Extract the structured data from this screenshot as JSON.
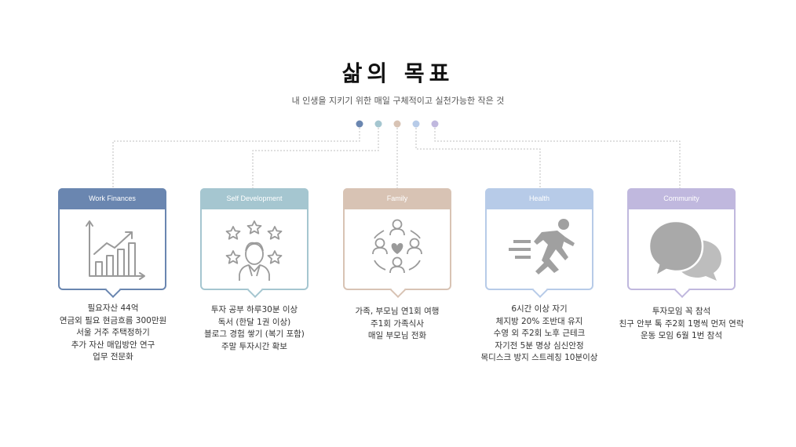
{
  "title": "삶의 목표",
  "subtitle": "내 인생을 지키기 위한 매일 구체적이고 실천가능한 작은 것",
  "colors": {
    "work": "#6a86b0",
    "self": "#a5c6d0",
    "family": "#d8c3b4",
    "health": "#b7cbe8",
    "community": "#c0b8de",
    "connector": "#bfbfbf"
  },
  "cards": [
    {
      "header": "Work  Finances",
      "icon": "growth-chart-icon",
      "items": [
        "필요자산 44억",
        "연금외 필요 현금흐름 300만원",
        "서울 거주  주택정하기",
        "추가 자산 매입방안 연구",
        "업무 전문화"
      ]
    },
    {
      "header": "Self Development",
      "icon": "person-with-stars-icon",
      "items": [
        "투자 공부 하루30분 이상",
        "독서 (한달 1권 이상)",
        "블로그 경험 쌓기 (복기 포함)",
        "주말 투자시간 확보"
      ]
    },
    {
      "header": "Family",
      "icon": "family-heart-icon",
      "items": [
        "가족, 부모님 연1회 여행",
        "주1회 가족식사",
        "매일 부모님 전화"
      ]
    },
    {
      "header": "Health",
      "icon": "running-person-icon",
      "items": [
        "6시간 이상 자기",
        "체지방 20% 조반대 유지",
        "수영 외 주2회 노후 근테크",
        "자기전 5분 명상 심신안정",
        "목디스크 방지 스트레칭 10분이상"
      ]
    },
    {
      "header": "Community",
      "icon": "chat-bubbles-icon",
      "items": [
        "투자모임 꼭 참석",
        "친구 안부 톡 주2회 1명씩 먼저 연락",
        "운동 모임 6월 1번 참석"
      ]
    }
  ]
}
